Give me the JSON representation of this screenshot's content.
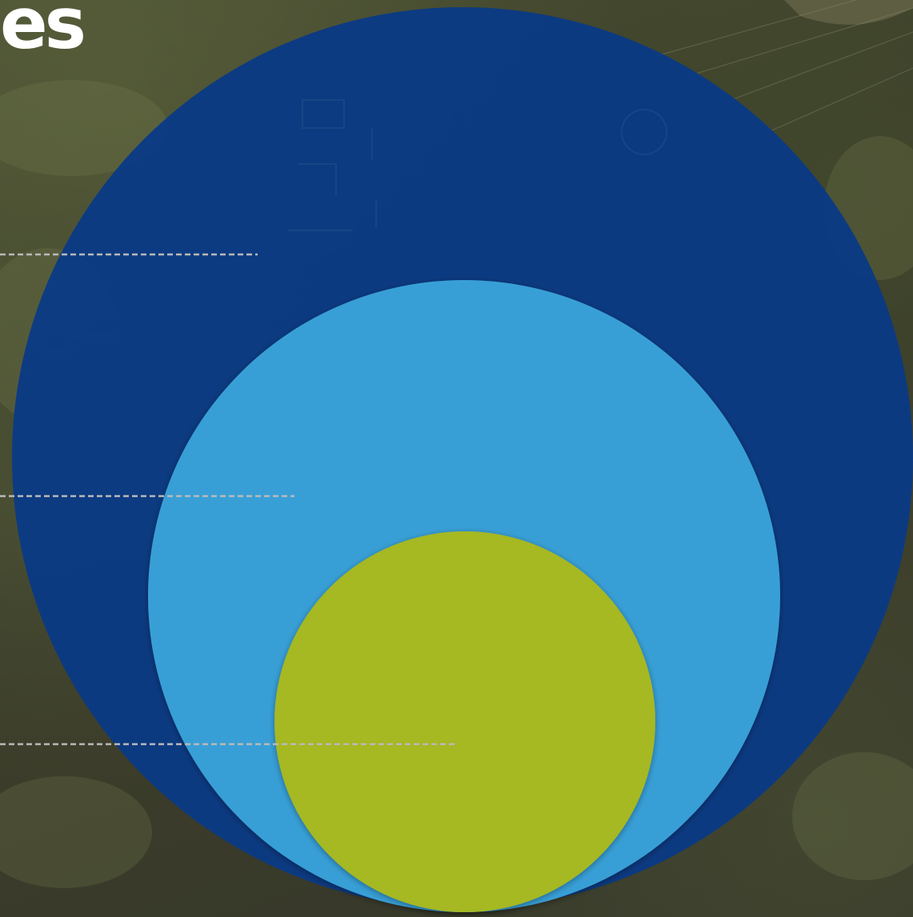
{
  "heading": {
    "text": "es"
  },
  "rings": [
    {
      "name": "outer",
      "color": "#0a3a86"
    },
    {
      "name": "middle",
      "color": "#379fd6"
    },
    {
      "name": "inner",
      "color": "#a6b822"
    }
  ],
  "leader_line_color": "#b9b9b9"
}
